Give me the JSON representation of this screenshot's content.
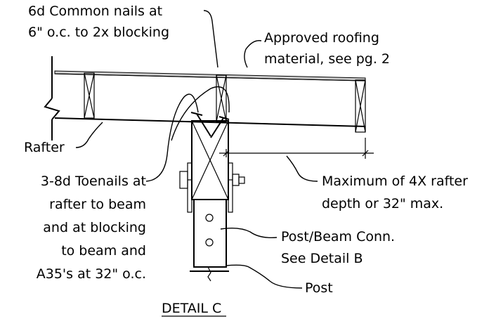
{
  "labels": {
    "nails_line1": "6d Common nails at",
    "nails_line2": "6\" o.c. to 2x blocking",
    "roof_line1": "Approved roofing",
    "roof_line2": "material, see pg. 2",
    "rafter": "Rafter",
    "toenail_line1": "3-8d Toenails at",
    "toenail_line2": "rafter to beam",
    "toenail_line3": "and at blocking",
    "toenail_line4": "to beam and",
    "toenail_line5": "A35's at 32\" o.c.",
    "max_line1": "Maximum of 4X rafter",
    "max_line2": "depth or 32\" max.",
    "conn_line1": "Post/Beam Conn.",
    "conn_line2": "See Detail B",
    "post": "Post",
    "detail_title": "DETAIL C"
  }
}
